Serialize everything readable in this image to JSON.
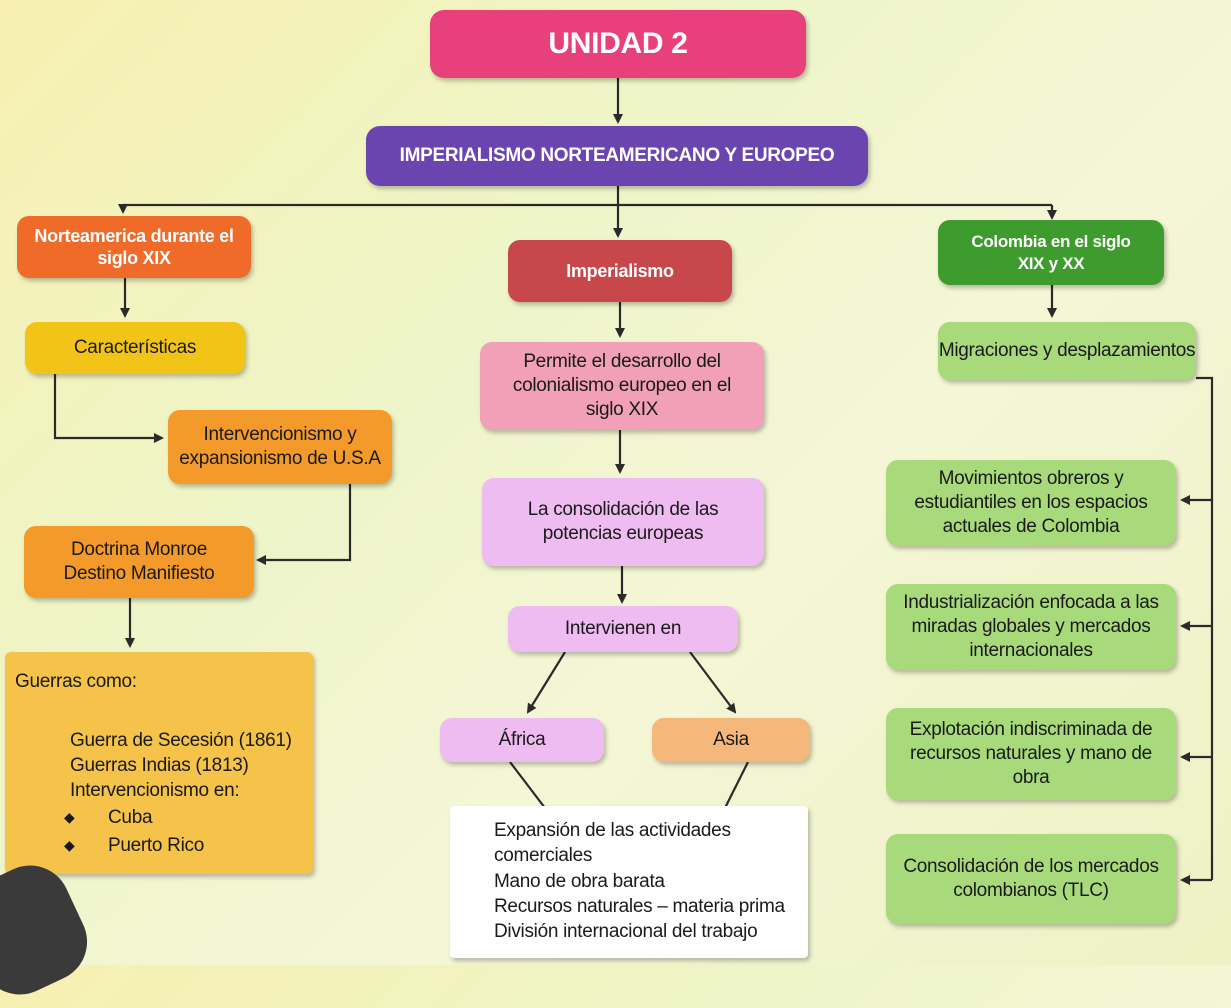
{
  "title": "UNIDAD 2",
  "main_topic": "IMPERIALISMO NORTEAMERICANO Y EUROPEO",
  "left": {
    "heading": "Norteamerica durante el siglo XIX",
    "characteristics": "Características",
    "intervention": "Intervencionismo y expansionismo de U.S.A",
    "doctrine_line1": "Doctrina Monroe",
    "doctrine_line2": "Destino Manifiesto",
    "wars_title": "Guerras como:",
    "wars": [
      "Guerra de Secesión (1861)",
      "Guerras Indias (1813)",
      "Intervencionismo en:"
    ],
    "interventions": [
      "Cuba",
      "Puerto Rico"
    ]
  },
  "center": {
    "heading": "Imperialismo",
    "colonialism": "Permite el desarrollo del colonialismo europeo en el siglo XIX",
    "consolidation": "La consolidación de las potencias europeas",
    "intervene": "Intervienen en",
    "africa": "África",
    "asia": "Asia",
    "activities": [
      "Expansión de las actividades",
      "comerciales",
      "Mano de obra barata",
      "Recursos naturales – materia prima",
      "División internacional del trabajo"
    ]
  },
  "right": {
    "heading": "Colombia en el siglo XIX y XX",
    "migrations": "Migraciones y desplazamientos",
    "items": [
      "Movimientos obreros y estudiantiles en los espacios actuales de Colombia",
      "Industrialización enfocada a las miradas globales y mercados internacionales",
      "Explotación indiscriminada de recursos naturales y mano de obra",
      "Consolidación de los mercados colombianos (TLC)"
    ]
  },
  "colors": {
    "title": "#e8407a",
    "main": "#6a45b0",
    "left_heading": "#f06a2a",
    "characteristics": "#f2c418",
    "orange": "#f39a2a",
    "wars_box": "#f5c24a",
    "imperialismo": "#c8474a",
    "pink": "#f1a0b8",
    "lavender": "#eebcf0",
    "asia": "#f5b87a",
    "green_heading": "#3e9c2e",
    "green_light": "#a8da7c"
  }
}
